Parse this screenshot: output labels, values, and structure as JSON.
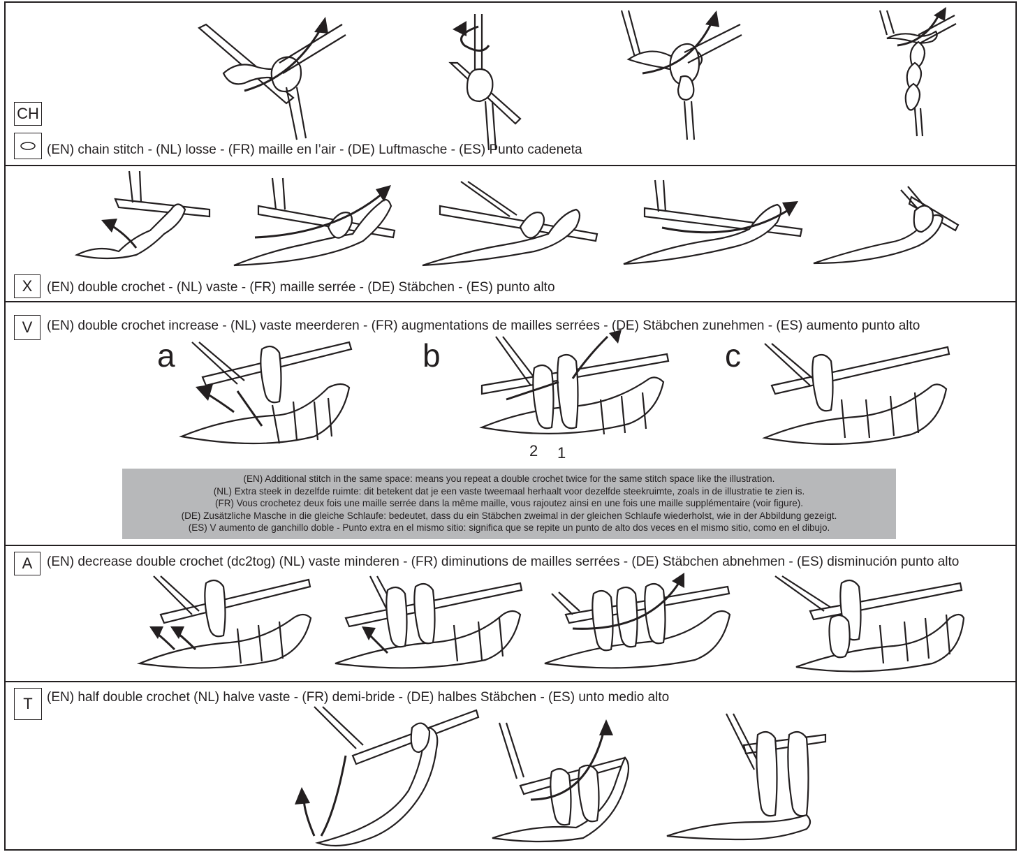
{
  "sections": {
    "chain": {
      "symbol_text": "CH",
      "symbol_alt": "oval-chain-symbol",
      "caption": "(EN) chain stitch - (NL) losse - (FR) maille en l’air - (DE) Luftmasche - (ES) Punto cadeneta"
    },
    "dc": {
      "symbol_text": "X",
      "caption": "(EN) double crochet - (NL) vaste - (FR) maille serrée - (DE) Stäbchen - (ES) punto alto"
    },
    "increase": {
      "symbol_text": "V",
      "caption": "(EN) double crochet increase - (NL) vaste meerderen - (FR) augmentations de mailles serrées - (DE) Stäbchen zunehmen - (ES) aumento punto alto",
      "steps": [
        "a",
        "b",
        "c"
      ],
      "numbers": [
        "2",
        "1"
      ],
      "note": [
        "(EN) Additional stitch in the same space: means you repeat a double crochet twice for the same stitch space like the illustration.",
        "(NL) Extra steek in dezelfde ruimte: dit betekent dat je een vaste tweemaal herhaalt voor dezelfde steekruimte, zoals in de illustratie te zien is.",
        "(FR) Vous crochetez deux fois une maille serrée dans la même maille, vous rajoutez ainsi en une fois une maille supplémentaire (voir figure).",
        "(DE) Zusätzliche Masche in die gleiche Schlaufe: bedeutet, dass du ein Stäbchen zweimal in der gleichen Schlaufe wiederholst, wie in der Abbildung gezeigt.",
        "(ES) V aumento de ganchillo doble - Punto extra en el mismo sitio: significa que se repite un punto de alto dos veces en el mismo sitio, como en el dibujo."
      ]
    },
    "decrease": {
      "symbol_text": "A",
      "caption": "(EN) decrease double crochet (dc2tog) (NL) vaste minderen - (FR) diminutions de mailles serrées - (DE) Stäbchen abnehmen - (ES) disminución punto alto"
    },
    "hdc": {
      "symbol_text": "T",
      "caption": "(EN) half double crochet  (NL) halve vaste - (FR) demi-bride - (DE) halbes Stäbchen - (ES) unto medio alto"
    }
  },
  "colors": {
    "ink": "#231f20",
    "note_bg": "#b7b8ba"
  }
}
